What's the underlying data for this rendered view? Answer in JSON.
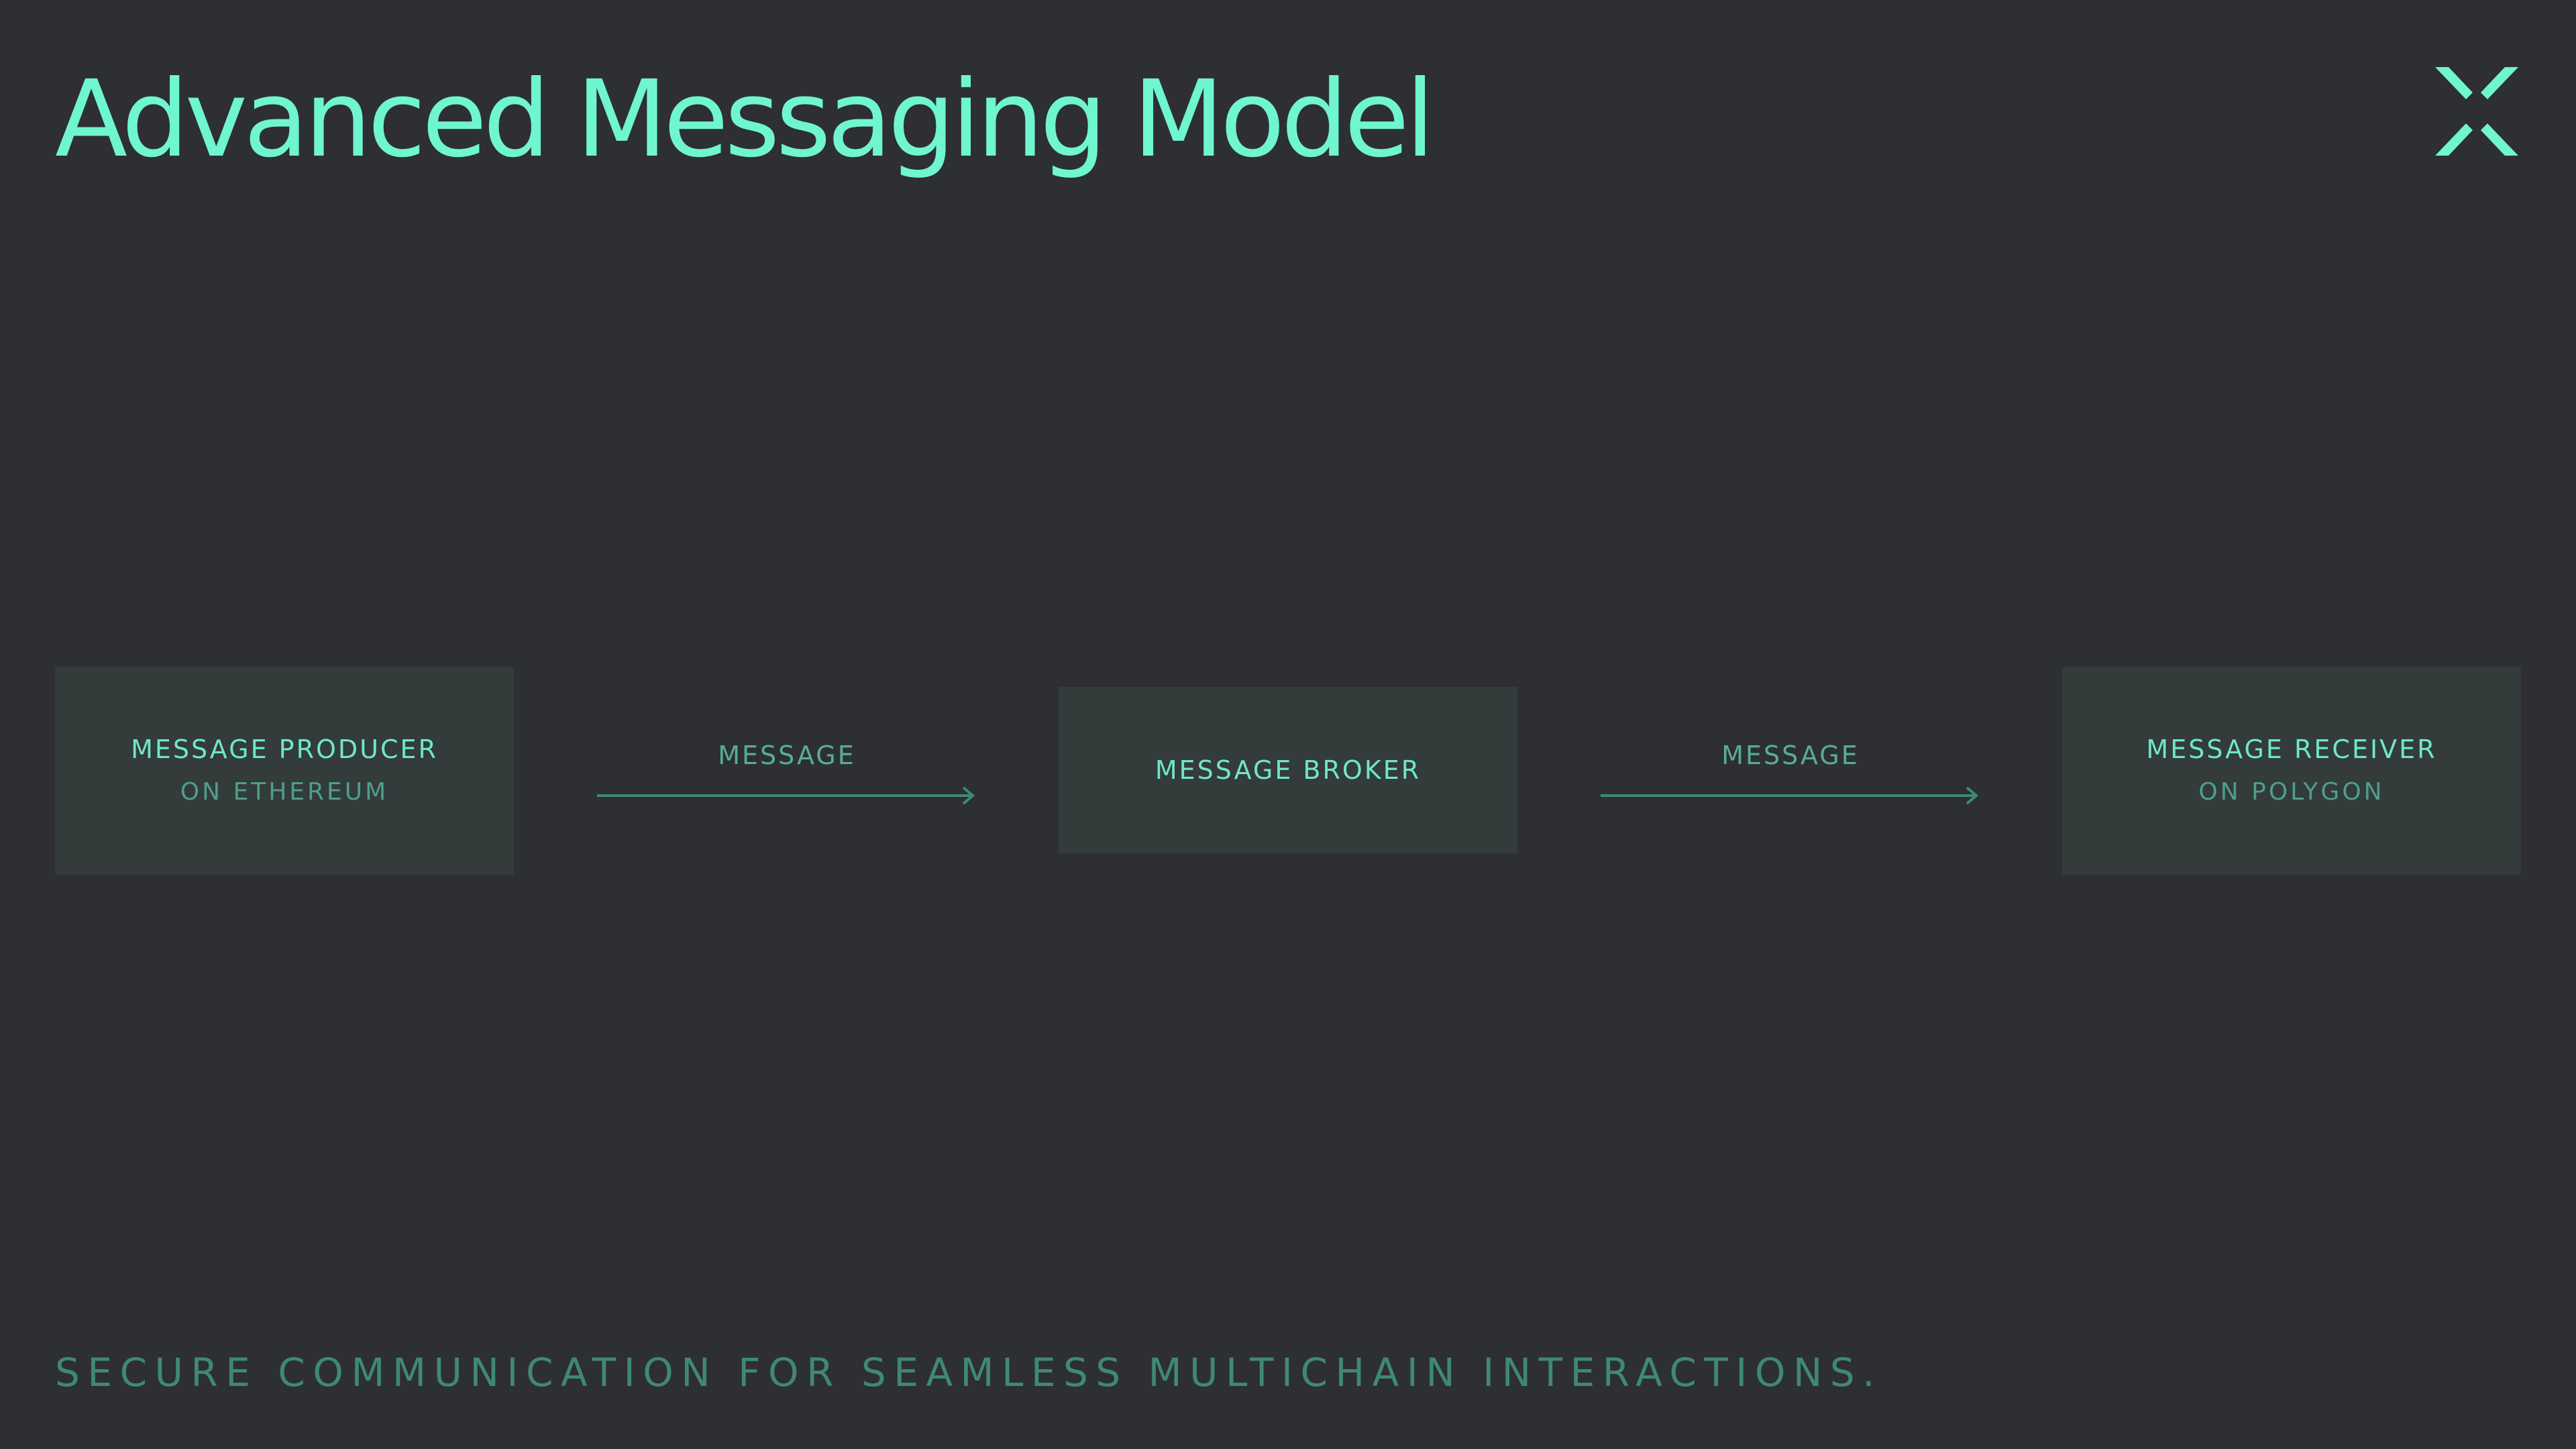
{
  "slide": {
    "title": "Advanced Messaging Model",
    "tagline": "SECURE COMMUNICATION FOR SEAMLESS MULTICHAIN INTERACTIONS."
  },
  "logo": {
    "icon": "x-logo-icon"
  },
  "diagram": {
    "nodes": [
      {
        "title": "MESSAGE PRODUCER",
        "subtitle": "ON ETHEREUM"
      },
      {
        "title": "MESSAGE BROKER"
      },
      {
        "title": "MESSAGE RECEIVER",
        "subtitle": "ON POLYGON"
      }
    ],
    "edges": [
      {
        "label": "MESSAGE"
      },
      {
        "label": "MESSAGE"
      }
    ]
  },
  "colors": {
    "background": "#2d2f33",
    "accent": "#6ff5cf",
    "node_fill": "#333b3b",
    "edge": "#3f8878",
    "muted_text": "#4e9f86"
  }
}
